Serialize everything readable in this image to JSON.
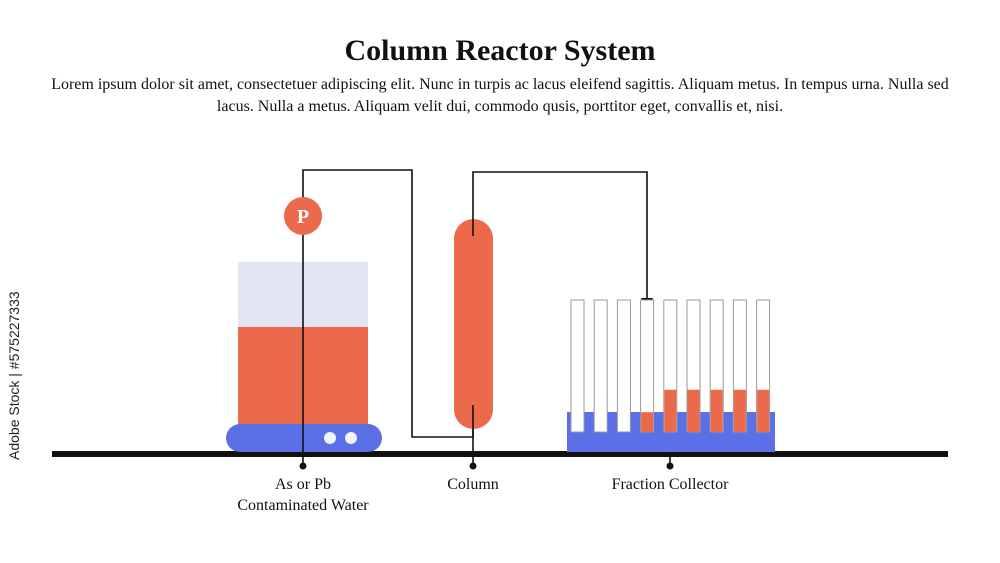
{
  "header": {
    "title": "Column Reactor System",
    "subtitle": "Lorem ipsum dolor sit amet, consectetuer adipiscing elit. Nunc in turpis ac lacus eleifend sagittis. Aliquam metus. In tempus urna. Nulla sed lacus. Nulla a metus. Aliquam velit dui, commodo qusis, porttitor eget, convallis et, nisi."
  },
  "pump": {
    "label": "P"
  },
  "labels": {
    "source": [
      "As or Pb",
      "Contaminated Water"
    ],
    "column": "Column",
    "collector": "Fraction Collector"
  },
  "fraction_collector": {
    "tube_fill_levels": [
      0,
      0,
      0,
      0.15,
      0.32,
      0.32,
      0.32,
      0.32,
      0.32
    ]
  },
  "watermark": "Adobe Stock | #575227333",
  "colors": {
    "accent": "#ec6a4c",
    "liquid": "#ec6a4c",
    "beaker_glass": "#e2e6f3",
    "stirrer": "#5b6fe6",
    "collector_base": "#5b6fe6",
    "line": "#111111"
  }
}
